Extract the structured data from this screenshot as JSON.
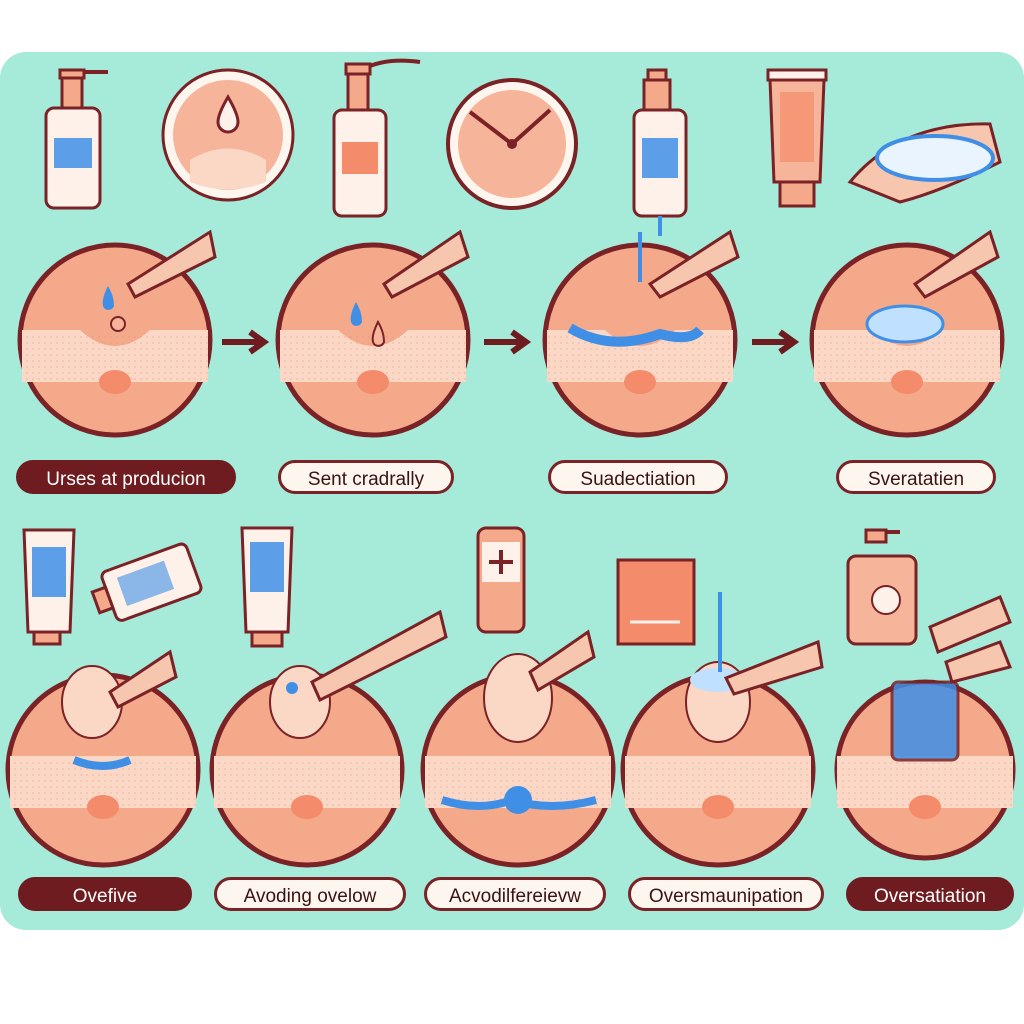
{
  "steps_row1": [
    {
      "label": "Urses at producion"
    },
    {
      "label": "Sent cradrally"
    },
    {
      "label": "Suadectiation"
    },
    {
      "label": "Sveratatien"
    }
  ],
  "steps_row2": [
    {
      "label": "Ovefive"
    },
    {
      "label": "Avoding ovelow"
    },
    {
      "label": "Acvodilfereievw"
    },
    {
      "label": "Oversmaunipation"
    },
    {
      "label": "Oversatiation"
    }
  ],
  "colors": {
    "background": "#a6ead9",
    "skin": "#f3a98a",
    "outline": "#7a2226",
    "water": "#3f8fe6",
    "label_fill": "#fdf6ef"
  }
}
